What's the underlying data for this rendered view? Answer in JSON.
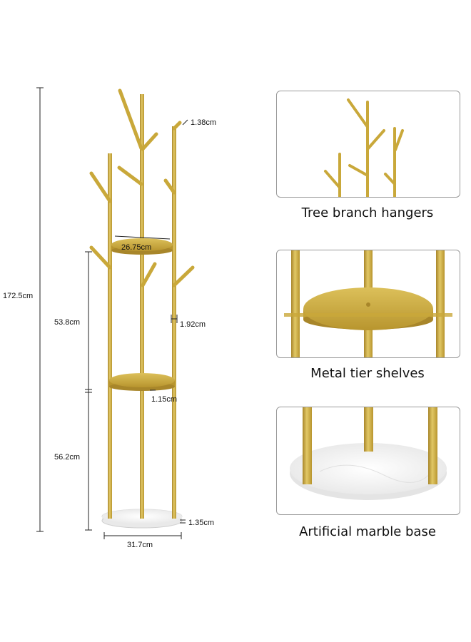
{
  "dimensions": {
    "total_height": "172.5cm",
    "upper_section": "53.8cm",
    "lower_section": "56.2cm",
    "branch_diameter": "1.38cm",
    "top_shelf_diameter": "26.75cm",
    "pole_diameter": "1.92cm",
    "shelf_thickness": "1.15cm",
    "base_thickness": "1.35cm",
    "base_diameter": "31.7cm"
  },
  "features": [
    {
      "caption": "Tree branch hangers"
    },
    {
      "caption": "Metal tier shelves"
    },
    {
      "caption": "Artificial marble base"
    }
  ],
  "colors": {
    "gold": "#c9a83a",
    "gold_dark": "#a8862a",
    "gold_light": "#e2c866",
    "marble": "#f2f2f2"
  }
}
